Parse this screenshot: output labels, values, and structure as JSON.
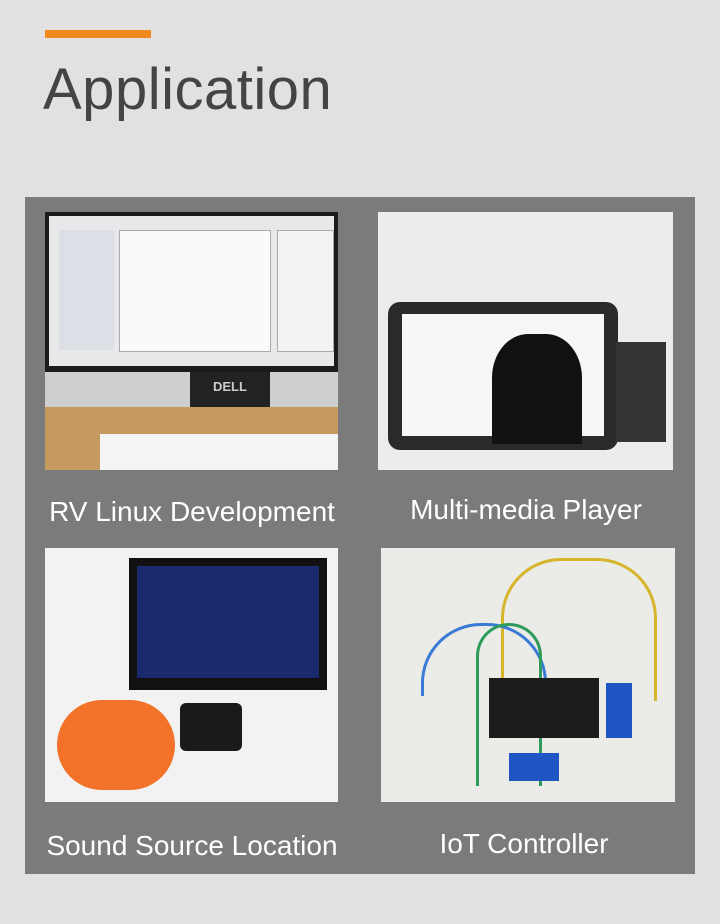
{
  "header": {
    "title": "Application",
    "accent_color": "#f08a1c"
  },
  "items": [
    {
      "caption": "RV Linux Development",
      "image": "photo-monitor-linux-desktop"
    },
    {
      "caption": "Multi-media Player",
      "image": "photo-tablet-display-video"
    },
    {
      "caption": "Sound Source Location",
      "image": "photo-monitor-speaker-microphone"
    },
    {
      "caption": "IoT Controller",
      "image": "photo-board-relays-wires"
    }
  ],
  "logo_text": {
    "monitor_brand": "DELL"
  }
}
